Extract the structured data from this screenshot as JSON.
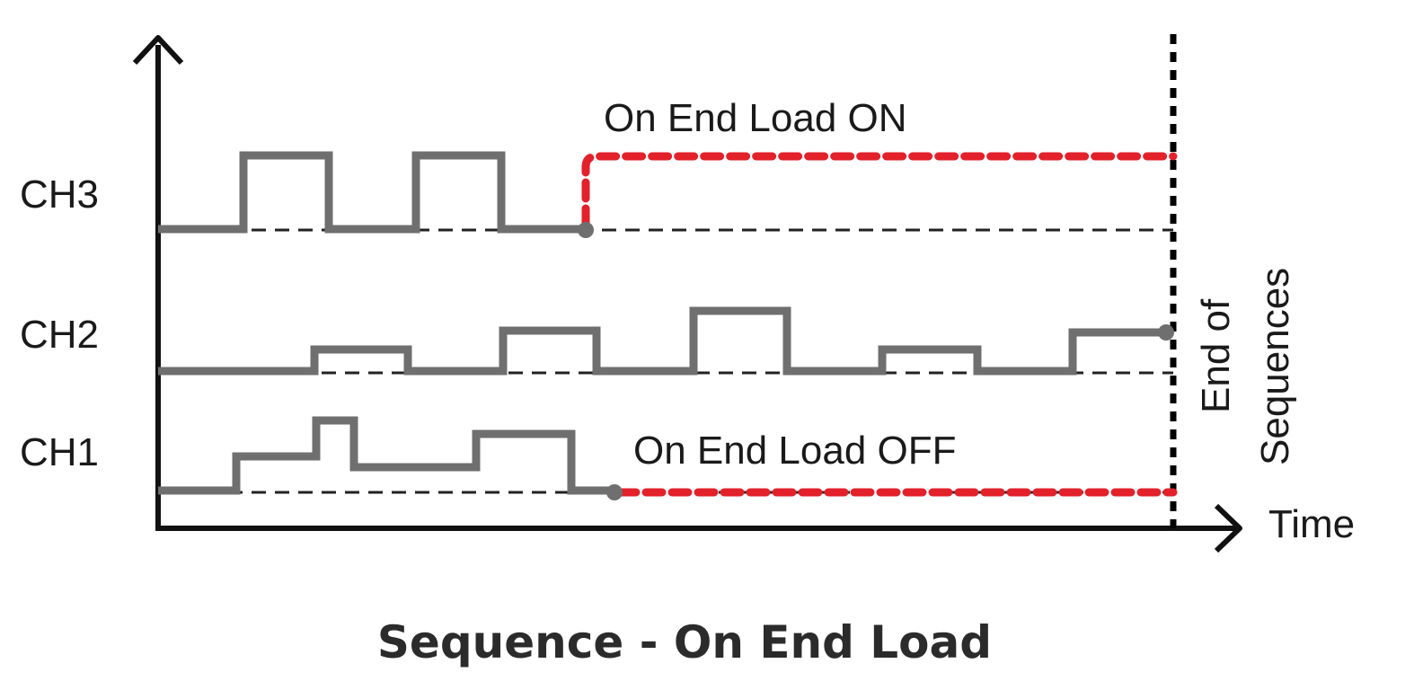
{
  "title": "Sequence - On End Load",
  "x_axis_label": "Time",
  "end_marker_label": [
    "End of",
    "Sequences"
  ],
  "channels": [
    {
      "name": "CH3",
      "end_behaviour": "On End Load ON"
    },
    {
      "name": "CH2",
      "end_behaviour": ""
    },
    {
      "name": "CH1",
      "end_behaviour": "On End Load OFF"
    }
  ],
  "colors": {
    "signal": "#6f6f6f",
    "on_end_load": "#e3212b",
    "axis": "#111111",
    "baseline": "#222222"
  }
}
